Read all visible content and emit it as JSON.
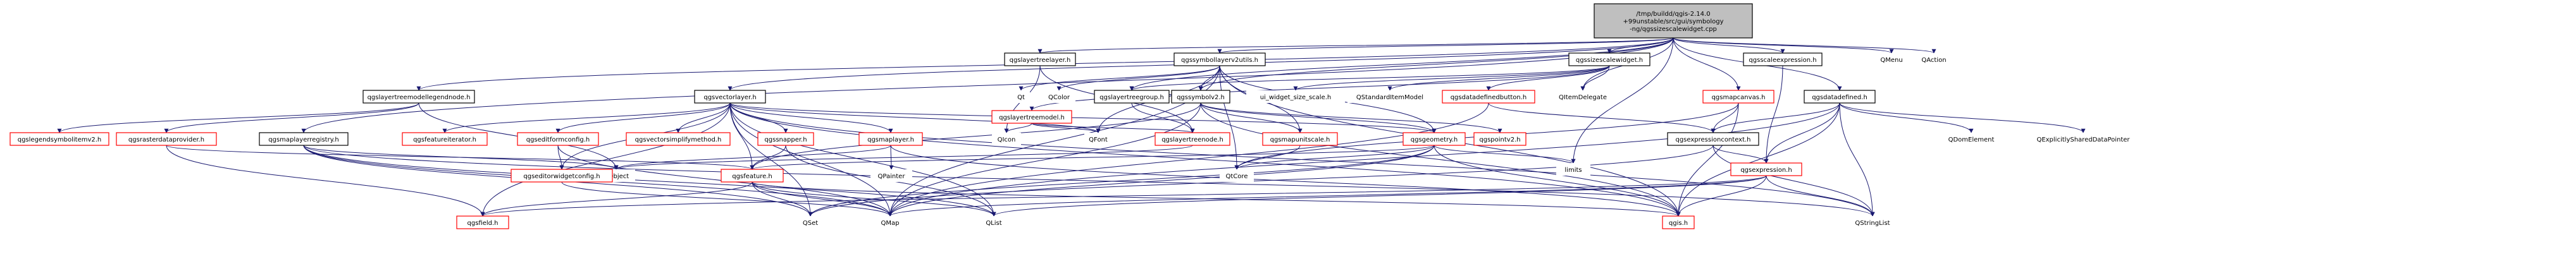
{
  "graph": {
    "colors": {
      "edge": "#191970",
      "root_fill": "#bfbfbf",
      "root_stroke": "#000000",
      "doc_fill": "#ffffff",
      "doc_stroke": "#000000",
      "undoc_stroke": "#ff0000",
      "ext_stroke": "#bfbfbf",
      "ext_text": "#000000"
    },
    "nodes": [
      {
        "id": "root",
        "label": "/tmp/buildd/qgis-2.14.0\n+99unstable/src/gui/symbology\n-ng/qgssizescalewidget.cpp",
        "kind": "root"
      },
      {
        "id": "qgslayertreelayer",
        "label": "qgslayertreelayer.h",
        "kind": "doc"
      },
      {
        "id": "qgssymbollayerv2utils",
        "label": "qgssymbollayerv2utils.h",
        "kind": "doc"
      },
      {
        "id": "qgssizescalewidget",
        "label": "qgssizescalewidget.h",
        "kind": "doc"
      },
      {
        "id": "qgsscaleexpression",
        "label": "qgsscaleexpression.h",
        "kind": "doc"
      },
      {
        "id": "qmenu",
        "label": "QMenu",
        "kind": "ext"
      },
      {
        "id": "qaction",
        "label": "QAction",
        "kind": "ext"
      },
      {
        "id": "qgslayertreemodellegendnode",
        "label": "qgslayertreemodellegendnode.h",
        "kind": "doc"
      },
      {
        "id": "qgsvectorlayer",
        "label": "qgsvectorlayer.h",
        "kind": "doc"
      },
      {
        "id": "qt",
        "label": "Qt",
        "kind": "ext"
      },
      {
        "id": "qcolor",
        "label": "QColor",
        "kind": "ext"
      },
      {
        "id": "qgslayertreegroup",
        "label": "qgslayertreegroup.h",
        "kind": "doc"
      },
      {
        "id": "qgssymbolv2",
        "label": "qgssymbolv2.h",
        "kind": "doc"
      },
      {
        "id": "ui_widget",
        "label": "ui_widget_size_scale.h",
        "kind": "ext"
      },
      {
        "id": "qstandarditemmodel",
        "label": "QStandardItemModel",
        "kind": "ext"
      },
      {
        "id": "qgsdatadefinedbutton",
        "label": "qgsdatadefinedbutton.h",
        "kind": "undoc"
      },
      {
        "id": "qitemdelegate",
        "label": "QItemDelegate",
        "kind": "ext"
      },
      {
        "id": "qgsmapcanvas",
        "label": "qgsmapcanvas.h",
        "kind": "undoc"
      },
      {
        "id": "qgsdatadefined",
        "label": "qgsdatadefined.h",
        "kind": "doc"
      },
      {
        "id": "qgslayertreemodel",
        "label": "qgslayertreemodel.h",
        "kind": "undoc"
      },
      {
        "id": "qicon",
        "label": "QIcon",
        "kind": "ext"
      },
      {
        "id": "qfont",
        "label": "QFont",
        "kind": "ext"
      },
      {
        "id": "qgslayertreenode",
        "label": "qgslayertreenode.h",
        "kind": "undoc"
      },
      {
        "id": "qgsmapunitscale",
        "label": "qgsmapunitscale.h",
        "kind": "undoc"
      },
      {
        "id": "qgsgeometry",
        "label": "qgsgeometry.h",
        "kind": "undoc"
      },
      {
        "id": "qgspointv2",
        "label": "qgspointv2.h",
        "kind": "undoc"
      },
      {
        "id": "qgsexpressioncontext",
        "label": "qgsexpressioncontext.h",
        "kind": "doc"
      },
      {
        "id": "qdomelement",
        "label": "QDomElement",
        "kind": "ext"
      },
      {
        "id": "qexplicitly",
        "label": "QExplicitlySharedDataPointer",
        "kind": "ext"
      },
      {
        "id": "qgslegendsymbolitemv2",
        "label": "qgslegendsymbolitemv2.h",
        "kind": "undoc"
      },
      {
        "id": "qgsrasterdataprovider",
        "label": "qgsrasterdataprovider.h",
        "kind": "undoc"
      },
      {
        "id": "qgsmaplayerregistry",
        "label": "qgsmaplayerregistry.h",
        "kind": "doc"
      },
      {
        "id": "qgsfeatureiterator",
        "label": "qgsfeatureiterator.h",
        "kind": "undoc"
      },
      {
        "id": "qgseditformconfig",
        "label": "qgseditformconfig.h",
        "kind": "undoc"
      },
      {
        "id": "qgsvectorsimplifymethod",
        "label": "qgsvectorsimplifymethod.h",
        "kind": "undoc"
      },
      {
        "id": "qgssnapper",
        "label": "qgssnapper.h",
        "kind": "undoc"
      },
      {
        "id": "qgsmaplayer",
        "label": "qgsmaplayer.h",
        "kind": "undoc"
      },
      {
        "id": "qcore",
        "label": "QtCore",
        "kind": "ext"
      },
      {
        "id": "limits",
        "label": "limits",
        "kind": "ext"
      },
      {
        "id": "qgsexpression",
        "label": "qgsexpression.h",
        "kind": "undoc"
      },
      {
        "id": "qobject",
        "label": "QObject",
        "kind": "ext"
      },
      {
        "id": "qgseditorwidgetconfig",
        "label": "qgseditorwidgetconfig.h",
        "kind": "undoc"
      },
      {
        "id": "qpainter",
        "label": "QPainter",
        "kind": "ext"
      },
      {
        "id": "qgsfeature",
        "label": "qgsfeature.h",
        "kind": "undoc"
      },
      {
        "id": "qgsfield",
        "label": "qgsfield.h",
        "kind": "undoc"
      },
      {
        "id": "qset",
        "label": "QSet",
        "kind": "ext"
      },
      {
        "id": "qmap",
        "label": "QMap",
        "kind": "ext"
      },
      {
        "id": "qlist",
        "label": "QList",
        "kind": "ext"
      },
      {
        "id": "qgis",
        "label": "qgis.h",
        "kind": "undoc"
      },
      {
        "id": "qstringlist",
        "label": "QStringList",
        "kind": "ext"
      }
    ],
    "edges": [
      [
        "root",
        "qgslayertreelayer"
      ],
      [
        "root",
        "qgssymbollayerv2utils"
      ],
      [
        "root",
        "qgssizescalewidget"
      ],
      [
        "root",
        "qgsscaleexpression"
      ],
      [
        "root",
        "qmenu"
      ],
      [
        "root",
        "qaction"
      ],
      [
        "root",
        "qgslayertreemodellegendnode"
      ],
      [
        "root",
        "qgsvectorlayer"
      ],
      [
        "root",
        "qgsmaplayerregistry"
      ],
      [
        "root",
        "qgssymbolv2"
      ],
      [
        "root",
        "qgsmapcanvas"
      ],
      [
        "root",
        "qgsdatadefined"
      ],
      [
        "root",
        "qitemdelegate"
      ],
      [
        "root",
        "limits"
      ],
      [
        "root",
        "qgslayertreegroup"
      ],
      [
        "qgslayertreelayer",
        "qgslayertreenode"
      ],
      [
        "qgslayertreelayer",
        "qicon"
      ],
      [
        "qgssymbollayerv2utils",
        "qt"
      ],
      [
        "qgssymbollayerv2utils",
        "qcolor"
      ],
      [
        "qgssymbollayerv2utils",
        "qfont"
      ],
      [
        "qgssymbollayerv2utils",
        "qgssymbolv2"
      ],
      [
        "qgssymbollayerv2utils",
        "qgsmapunitscale"
      ],
      [
        "qgssymbollayerv2utils",
        "qgis"
      ],
      [
        "qgssymbollayerv2utils",
        "qmap"
      ],
      [
        "qgssymbollayerv2utils",
        "qcore"
      ],
      [
        "qgssymbollayerv2utils",
        "qgsgeometry"
      ],
      [
        "qgssizescalewidget",
        "ui_widget"
      ],
      [
        "qgssizescalewidget",
        "qstandarditemmodel"
      ],
      [
        "qgssizescalewidget",
        "qgsdatadefinedbutton"
      ],
      [
        "qgssizescalewidget",
        "qitemdelegate"
      ],
      [
        "qgssizescalewidget",
        "qgslayertreemodel"
      ],
      [
        "qgssizescalewidget",
        "qgslayertreegroup"
      ],
      [
        "qgsscaleexpression",
        "qgsexpression"
      ],
      [
        "qgslayertreemodellegendnode",
        "qgslegendsymbolitemv2"
      ],
      [
        "qgslayertreemodellegendnode",
        "qobject"
      ],
      [
        "qgslayertreemodellegendnode",
        "qgsrasterdataprovider"
      ],
      [
        "qgsvectorlayer",
        "qgsmaplayer"
      ],
      [
        "qgsvectorlayer",
        "qgsfeatureiterator"
      ],
      [
        "qgsvectorlayer",
        "qgseditformconfig"
      ],
      [
        "qgsvectorlayer",
        "qgsvectorsimplifymethod"
      ],
      [
        "qgsvectorlayer",
        "qgssnapper"
      ],
      [
        "qgsvectorlayer",
        "qgsfeature"
      ],
      [
        "qgsvectorlayer",
        "qgsfield"
      ],
      [
        "qgsvectorlayer",
        "qset"
      ],
      [
        "qgsvectorlayer",
        "qmap"
      ],
      [
        "qgsvectorlayer",
        "qlist"
      ],
      [
        "qgsvectorlayer",
        "qfont"
      ],
      [
        "qgsvectorlayer",
        "qgis"
      ],
      [
        "qgsvectorlayer",
        "qgsgeometry"
      ],
      [
        "qgsvectorlayer",
        "qgseditorwidgetconfig"
      ],
      [
        "qgsvectorlayer",
        "qstringlist"
      ],
      [
        "qgslayertreemodel",
        "qicon"
      ],
      [
        "qgslayertreemodel",
        "qfont"
      ],
      [
        "qgslayertreemodel",
        "qgslayertreenode"
      ],
      [
        "qgslayertreegroup",
        "qgslayertreenode"
      ],
      [
        "qgslayertreenode",
        "qobject"
      ],
      [
        "qgssymbolv2",
        "qgsmapunitscale"
      ],
      [
        "qgssymbolv2",
        "qgsgeometry"
      ],
      [
        "qgssymbolv2",
        "qgspointv2"
      ],
      [
        "qgssymbolv2",
        "qgis"
      ],
      [
        "qgssymbolv2",
        "qmap"
      ],
      [
        "qgssymbolv2",
        "qgsfeature"
      ],
      [
        "qgsdatadefinedbutton",
        "qgsexpressioncontext"
      ],
      [
        "qgsdatadefinedbutton",
        "qmap"
      ],
      [
        "qgsmapcanvas",
        "qgsexpressioncontext"
      ],
      [
        "qgsmapcanvas",
        "qgis"
      ],
      [
        "qgsmapcanvas",
        "qcore"
      ],
      [
        "qgsdatadefined",
        "qgsexpressioncontext"
      ],
      [
        "qgsdatadefined",
        "qdomelement"
      ],
      [
        "qgsdatadefined",
        "qexplicitly"
      ],
      [
        "qgsdatadefined",
        "qgsexpression"
      ],
      [
        "qgsdatadefined",
        "qmap"
      ],
      [
        "qgsdatadefined",
        "qstringlist"
      ],
      [
        "qgsdatadefined",
        "qgis"
      ],
      [
        "qgsexpressioncontext",
        "qgsexpression"
      ],
      [
        "qgsexpressioncontext",
        "qstringlist"
      ],
      [
        "qgsexpressioncontext",
        "qset"
      ],
      [
        "qgsexpression",
        "qstringlist"
      ],
      [
        "qgsexpression",
        "qgis"
      ],
      [
        "qgsexpression",
        "qlist"
      ],
      [
        "qgsexpression",
        "qmap"
      ],
      [
        "qgsexpression",
        "qgsfield"
      ],
      [
        "qgsmaplayerregistry",
        "qobject"
      ],
      [
        "qgsmaplayerregistry",
        "qset"
      ],
      [
        "qgsmaplayerregistry",
        "qmap"
      ],
      [
        "qgsmaplayerregistry",
        "qlist"
      ],
      [
        "qgsmaplayerregistry",
        "qstringlist"
      ],
      [
        "qgsrasterdataprovider",
        "qgsfield"
      ],
      [
        "qgsrasterdataprovider",
        "qgsfeature"
      ],
      [
        "qgseditformconfig",
        "qgseditorwidgetconfig"
      ],
      [
        "qgseditformconfig",
        "qmap"
      ],
      [
        "qgseditorwidgetconfig",
        "qmap"
      ],
      [
        "qgssnapper",
        "qgsfeature"
      ],
      [
        "qgssnapper",
        "qlist"
      ],
      [
        "qgsmaplayer",
        "qobject"
      ],
      [
        "qgsmaplayer",
        "qpainter"
      ],
      [
        "qgsmaplayer",
        "qgis"
      ],
      [
        "qgsmapunitscale",
        "qcore"
      ],
      [
        "qgsgeometry",
        "qset"
      ],
      [
        "qgsgeometry",
        "qgis"
      ],
      [
        "qgsgeometry",
        "limits"
      ],
      [
        "qgsgeometry",
        "qgsfeature"
      ],
      [
        "qgsgeometry",
        "qmap"
      ],
      [
        "qgsgeometry",
        "qcore"
      ],
      [
        "qgsfeature",
        "qgsfield"
      ],
      [
        "qgsfeature",
        "qset"
      ],
      [
        "qgsfeature",
        "qmap"
      ],
      [
        "qgsfeature",
        "qlist"
      ],
      [
        "qgsfeature",
        "qgis"
      ]
    ]
  }
}
